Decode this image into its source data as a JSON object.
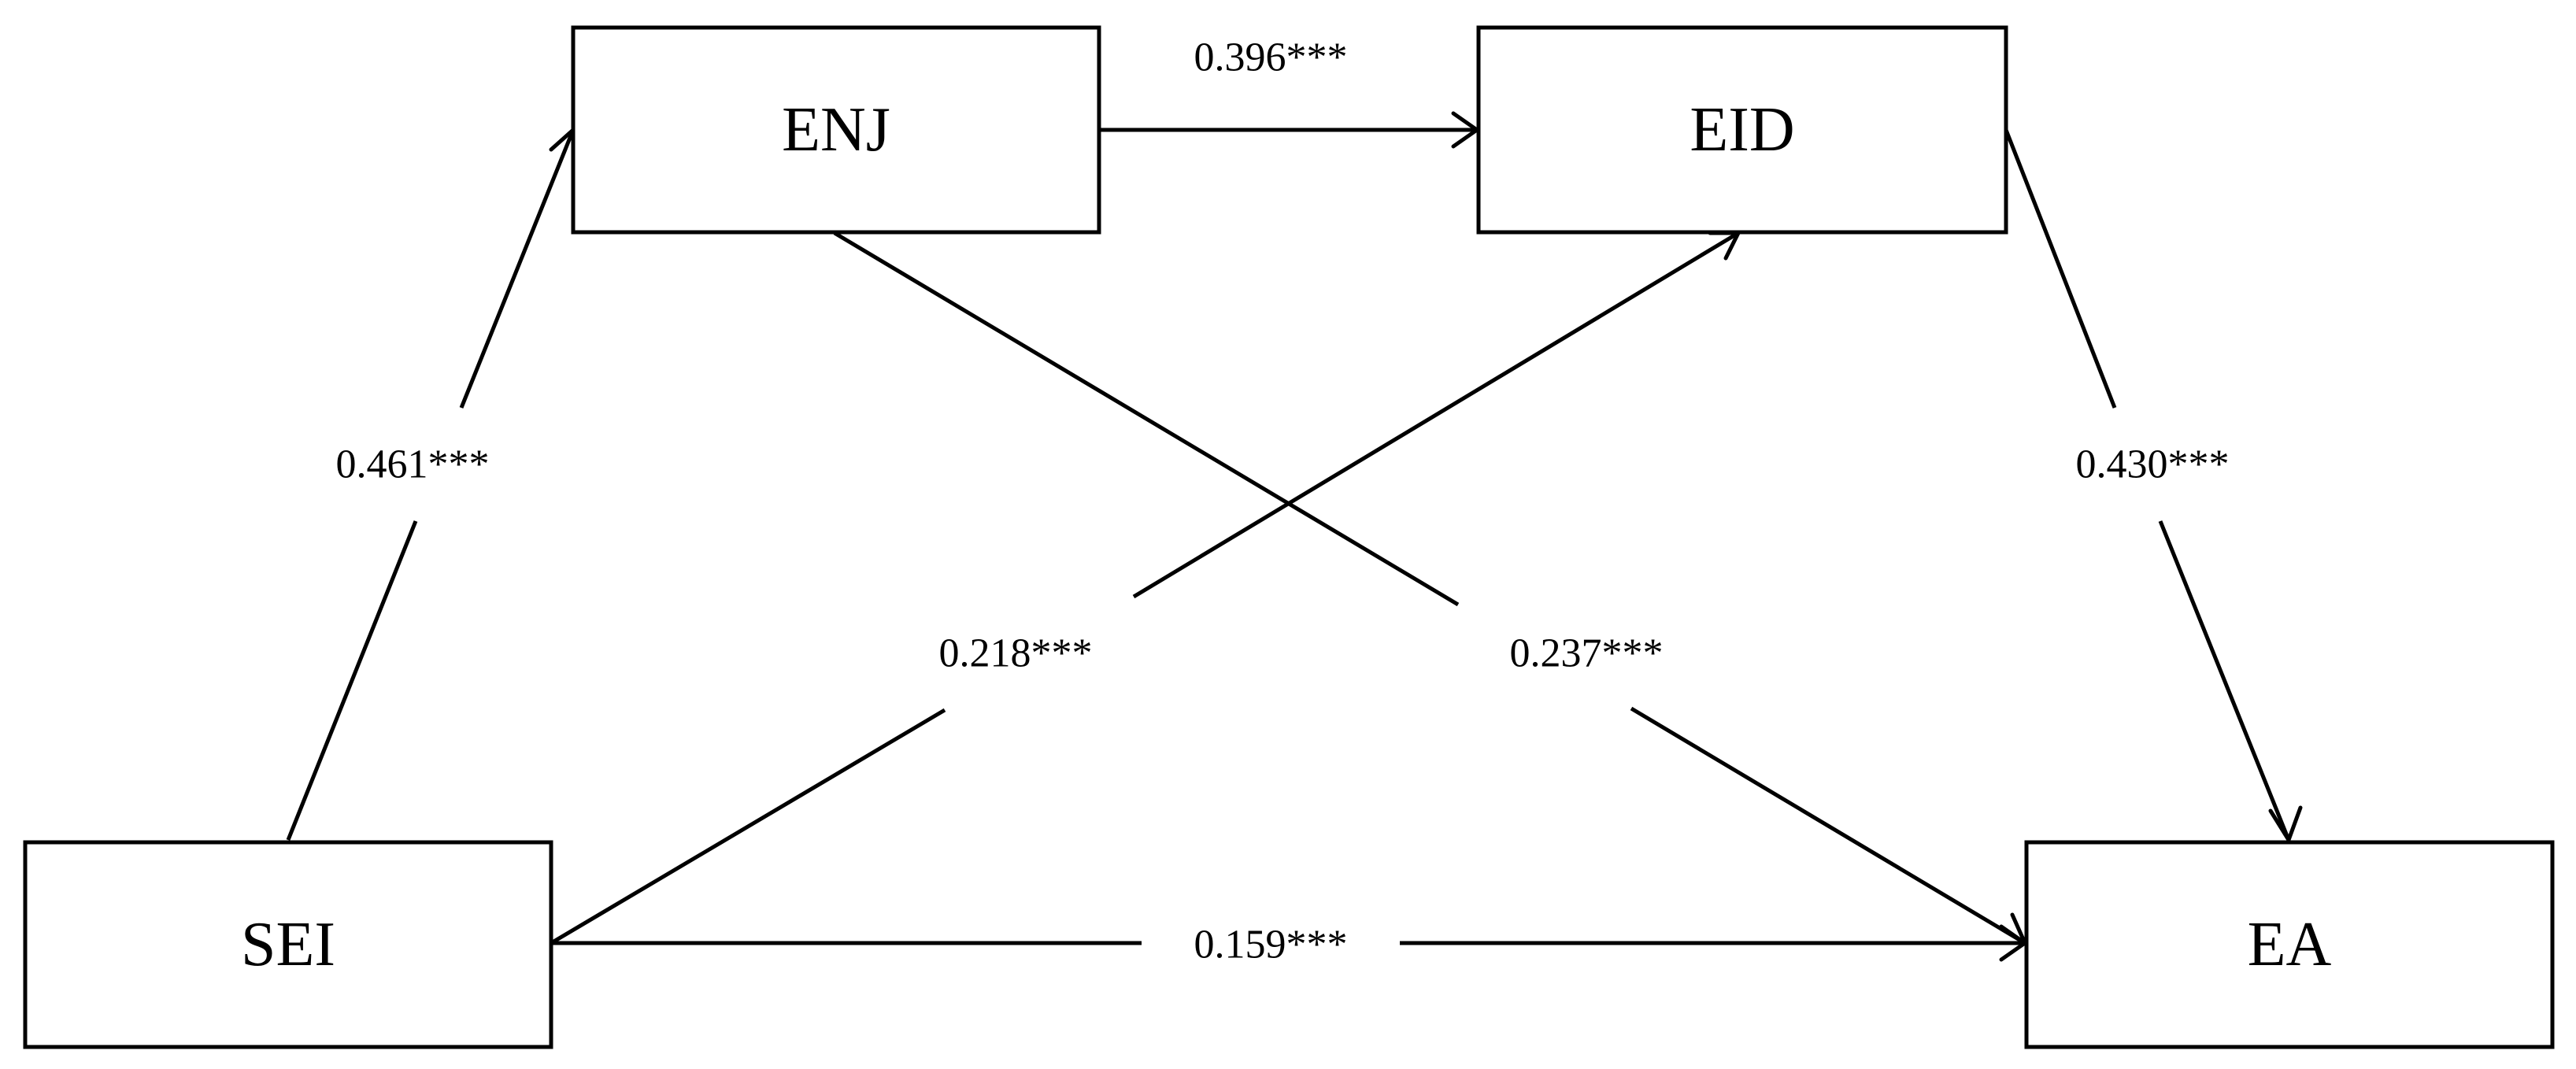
{
  "diagram": {
    "type": "path-model",
    "nodes": {
      "enj": {
        "label": "ENJ"
      },
      "eid": {
        "label": "EID"
      },
      "sei": {
        "label": "SEI"
      },
      "ea": {
        "label": "EA"
      }
    },
    "paths": [
      {
        "id": "enj_eid",
        "from": "ENJ",
        "to": "EID",
        "coefficient": "0.396***"
      },
      {
        "id": "sei_enj",
        "from": "SEI",
        "to": "ENJ",
        "coefficient": "0.461***"
      },
      {
        "id": "eid_ea",
        "from": "EID",
        "to": "EA",
        "coefficient": "0.430***"
      },
      {
        "id": "sei_eid",
        "from": "SEI",
        "to": "EID",
        "coefficient": "0.218***"
      },
      {
        "id": "enj_ea",
        "from": "ENJ",
        "to": "EA",
        "coefficient": "0.237***"
      },
      {
        "id": "sei_ea",
        "from": "SEI",
        "to": "EA",
        "coefficient": "0.159***"
      }
    ]
  }
}
